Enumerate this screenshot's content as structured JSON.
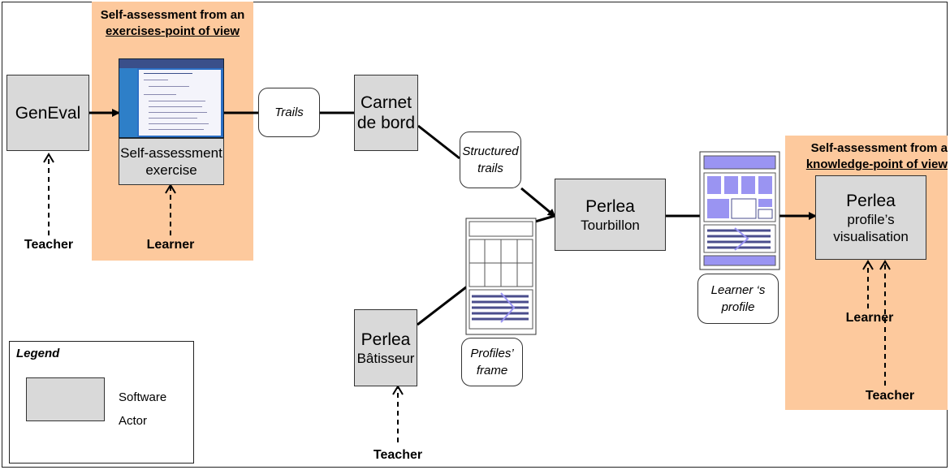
{
  "zones": {
    "exercises": {
      "line1": "Self-assessment from an",
      "line2": "exercises-point of view"
    },
    "knowledge": {
      "line1": "Self-assessment from a",
      "line2": "knowledge-point of view"
    }
  },
  "software": {
    "geneval": {
      "line1": "GenEval"
    },
    "self_assessment_exercise": {
      "line1": "Self-assessment",
      "line2": "exercise"
    },
    "carnet_de_bord": {
      "line1": "Carnet",
      "line2": "de bord"
    },
    "perlea_tourbillon": {
      "line1": "Perlea",
      "line2": "Tourbillon"
    },
    "perlea_batisseur": {
      "line1": "Perlea",
      "line2": "Bâtisseur"
    },
    "perlea_visualisation": {
      "line1": "Perlea",
      "line2": "profile’s",
      "line3": "visualisation"
    }
  },
  "artifacts": {
    "trails": {
      "line1": "Trails"
    },
    "structured_trails": {
      "line1": "Structured",
      "line2": "trails"
    },
    "profiles_frame": {
      "line1": "Profiles’",
      "line2": "frame"
    },
    "learners_profile": {
      "line1": "Learner ‘s",
      "line2": "profile"
    }
  },
  "actors": {
    "teacher_geneval": "Teacher",
    "learner_exercise": "Learner",
    "teacher_batisseur": "Teacher",
    "learner_visualisation": "Learner",
    "teacher_visualisation": "Teacher"
  },
  "legend": {
    "title": "Legend",
    "software_label": "Software",
    "actor_label": "Actor"
  },
  "colors": {
    "zone": "#fdc99d",
    "software_box": "#d9d9d9",
    "profile_cell": "#9a94f2",
    "screenshot": "#2b6fc5"
  }
}
